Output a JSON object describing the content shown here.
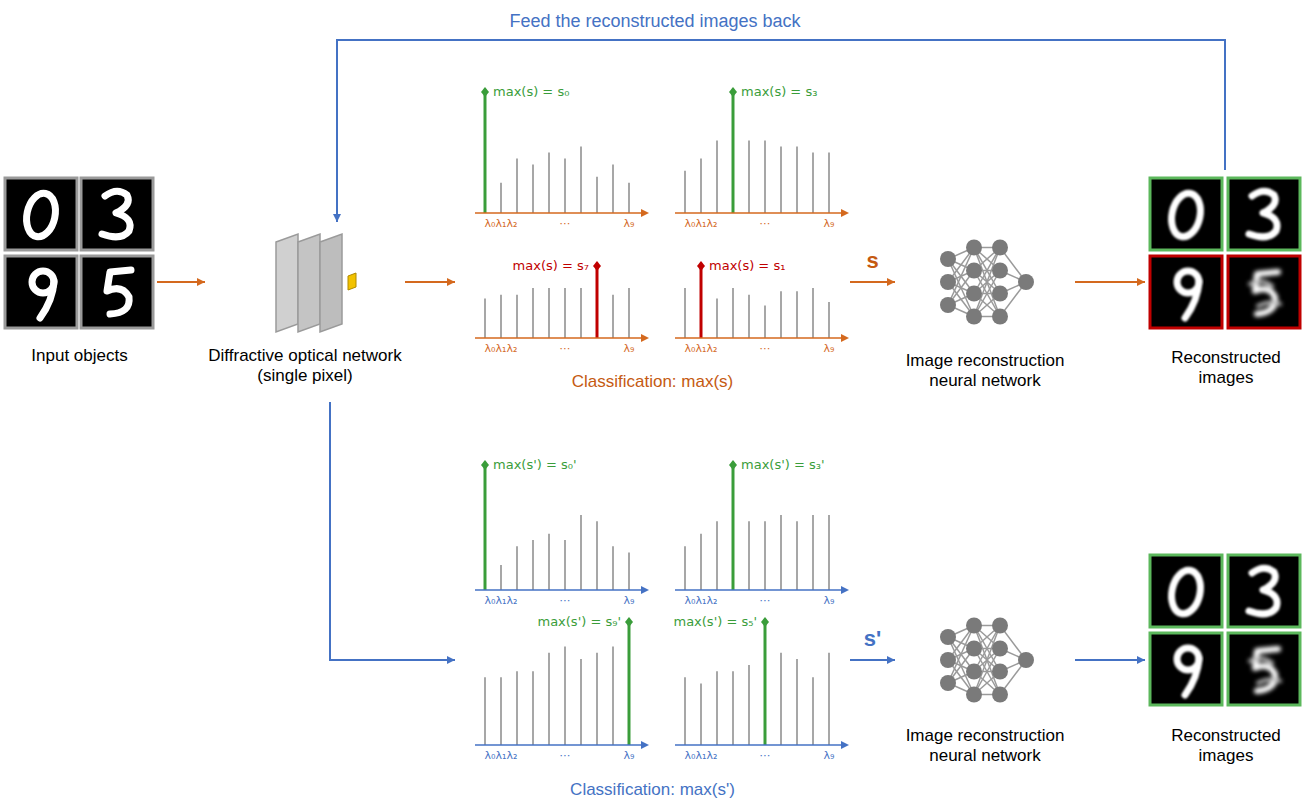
{
  "diagram": {
    "nodes": [
      {
        "text": [
          "Input objects"
        ]
      },
      {
        "text": [
          "Diffractive optical network (single pixel)"
        ]
      },
      {
        "text": [
          "max(s) = s₀",
          "max(s) = s₃",
          "max(s) = s₇",
          "max(s) = s₁",
          "Classification: max(s)"
        ]
      },
      {
        "text": [
          "Image reconstruction neural network"
        ]
      },
      {
        "text": [
          "Reconstructed images"
        ]
      },
      {
        "text": [
          "max(s') = s₀'",
          "max(s') = s₃'",
          "max(s') = s₉'",
          "max(s') = s₅'",
          "Classification: max(s')"
        ]
      },
      {
        "text": [
          "Image reconstruction neural network"
        ]
      },
      {
        "text": [
          "Reconstructed images"
        ]
      }
    ],
    "edges": [
      {
        "from": 0,
        "to": 1,
        "arrow": "to"
      },
      {
        "from": 1,
        "to": 2,
        "arrow": "to"
      },
      {
        "from": 2,
        "to": 3,
        "label": "s",
        "arrow": "to"
      },
      {
        "from": 3,
        "to": 4,
        "arrow": "to"
      },
      {
        "from": 4,
        "to": 1,
        "label": "Feed the reconstructed images back",
        "arrow": "to"
      },
      {
        "from": 1,
        "to": 5,
        "arrow": "to"
      },
      {
        "from": 5,
        "to": 6,
        "label": "s'",
        "arrow": "to"
      },
      {
        "from": 6,
        "to": 7,
        "arrow": "to"
      }
    ],
    "labels": [
      "λ₀λ₁λ₂",
      "⋯",
      "λ₉",
      "λ₀λ₁λ₂",
      "⋯",
      "λ₉",
      "λ₀λ₁λ₂",
      "⋯",
      "λ₉",
      "λ₀λ₁λ₂",
      "⋯",
      "λ₉",
      "λ₀λ₁λ₂",
      "⋯",
      "λ₉",
      "λ₀λ₁λ₂",
      "⋯",
      "λ₉",
      "λ₀λ₁λ₂",
      "⋯",
      "λ₉",
      "λ₀λ₁λ₂",
      "⋯",
      "λ₉"
    ]
  }
}
